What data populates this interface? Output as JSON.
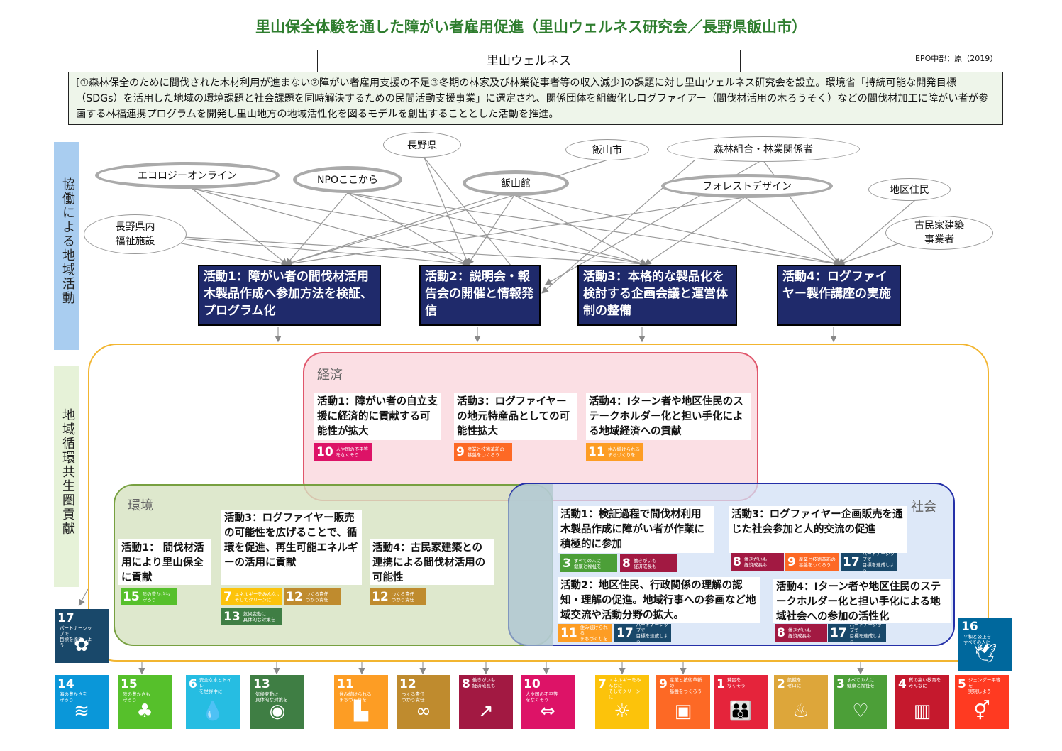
{
  "title": "里山保全体験を通した障がい者雇用促進（里山ウェルネス研究会／長野県飯山市）",
  "subtitle": "里山ウェルネス",
  "credit": "EPO中部：原（2019）",
  "summary": "[①森林保全のために間伐された木材利用が進まない②障がい者雇用支援の不足③冬期の林家及び林業従事者等の収入減少]の課題に対し里山ウェルネス研究会を設立。環境省「持続可能な開発目標（SDGs）を活用した地域の環境課題と社会課題を同時解決するための民間活動支援事業」に選定され、関係団体を組織化しログファイアー（間伐材活用の木ろうそく）などの間伐材加工に障がい者が参画する林福連携プログラムを開発し里山地方の地域活性化を図るモデルを創出することとした活動を推進。",
  "sidebar": {
    "top": "協働による地域活動",
    "bottom": "地域循環共生圏貢献"
  },
  "stakeholders": {
    "nagano_pref": "長野県",
    "iiyama_city": "飯山市",
    "forest_union": "森林組合・林業関係者",
    "eco_online": "エコロジーオンライン",
    "npo_kokokara": "NPOここから",
    "iiyama_kan": "飯山館",
    "forest_design": "フォレストデザイン",
    "residents": "地区住民",
    "welfare": "長野県内\n福祉施設",
    "kominka": "古民家建築\n事業者"
  },
  "activities": {
    "a1": "活動1：障がい者の間伐材活用木製品作成へ参加方法を検証、プログラム化",
    "a2": "活動2：説明会・報告会の開催と情報発信",
    "a3": "活動3：本格的な製品化を検討する企画会議と運営体制の整備",
    "a4": "活動4：ログファイヤー製作講座の実施"
  },
  "regions": {
    "economy": "経済",
    "environment": "環境",
    "society": "社会"
  },
  "economy_cards": {
    "c1": "活動1：障がい者の自立支援に経済的に貢献する可能性が拡大",
    "c2": "活動3：ログファイヤーの地元特産品としての可能性拡大",
    "c3": "活動4：Iターン者や地区住民のステークホルダー化と担い手化による地域経済への貢献"
  },
  "environment_cards": {
    "c1": "活動1： 間伐材活用により里山保全に貢献",
    "c2": "活動3：ログファイヤー販売の可能性を広げることで、循環を促進、再生可能エネルギーの活用に貢献",
    "c3": "活動4：古民家建築との連携による間伐材活用の可能性"
  },
  "society_cards": {
    "c1": "活動1：検証過程で間伐材利用木製品作成に障がい者が作業に積極的に参加",
    "c2": "活動2：地区住民、行政関係の理解の認知・理解の促進。地域行事への参画など地域交流や活動分野の拡大。",
    "c3": "活動3：ログファイヤー企画販売を通じた社会参加と人的交流の促進",
    "c4": "活動4：Iターン者や地区住民のステークホルダー化と担い手化による地域社会への参加の活性化"
  },
  "sdg_labels": {
    "g1": "貧困を\nなくそう",
    "g2": "飢餓を\nゼロに",
    "g3": "すべての人に\n健康と福祉を",
    "g4": "質の高い教育を\nみんなに",
    "g5": "ジェンダー平等を\n実現しよう",
    "g6": "安全な水とトイレ\nを世界中に",
    "g7": "エネルギーをみんなに\nそしてクリーンに",
    "g8": "働きがいも\n経済成長も",
    "g9": "産業と技術革新の\n基盤をつくろう",
    "g10": "人や国の不平等\nをなくそう",
    "g11": "住み続けられる\nまちづくりを",
    "g12": "つくる責任\nつかう責任",
    "g13": "気候変動に\n具体的な対策を",
    "g14": "海の豊かさを\n守ろう",
    "g15": "陸の豊かさも\n守ろう",
    "g16": "平和と公正を\nすべての人に",
    "g17": "パートナーシップで\n目標を達成しよう"
  },
  "sdg_numbers": {
    "g1": "1",
    "g2": "2",
    "g3": "3",
    "g4": "4",
    "g5": "5",
    "g6": "6",
    "g7": "7",
    "g8": "8",
    "g9": "9",
    "g10": "10",
    "g11": "11",
    "g12": "12",
    "g13": "13",
    "g14": "14",
    "g15": "15",
    "g16": "16",
    "g17": "17"
  },
  "sdg_colors": {
    "g1": "#e5243b",
    "g2": "#dda63a",
    "g3": "#4c9f38",
    "g4": "#c5192d",
    "g5": "#ff3a21",
    "g6": "#26bde2",
    "g7": "#fcc30b",
    "g8": "#a21942",
    "g9": "#fd6925",
    "g10": "#dd1367",
    "g11": "#fd9d24",
    "g12": "#bf8b2e",
    "g13": "#3f7e44",
    "g14": "#0a97d9",
    "g15": "#56c02b",
    "g16": "#00689d",
    "g17": "#19486a"
  },
  "sdg_icons": {
    "g1": "people-icon",
    "g2": "bowl-icon",
    "g3": "heartbeat-icon",
    "g4": "book-icon",
    "g5": "gender-icon",
    "g6": "water-icon",
    "g7": "sun-power-icon",
    "g8": "growth-chart-icon",
    "g9": "cubes-icon",
    "g10": "equal-icon",
    "g11": "city-icon",
    "g12": "infinity-icon",
    "g13": "eye-globe-icon",
    "g14": "fish-icon",
    "g15": "tree-icon",
    "g16": "dove-icon",
    "g17": "rings-icon"
  }
}
